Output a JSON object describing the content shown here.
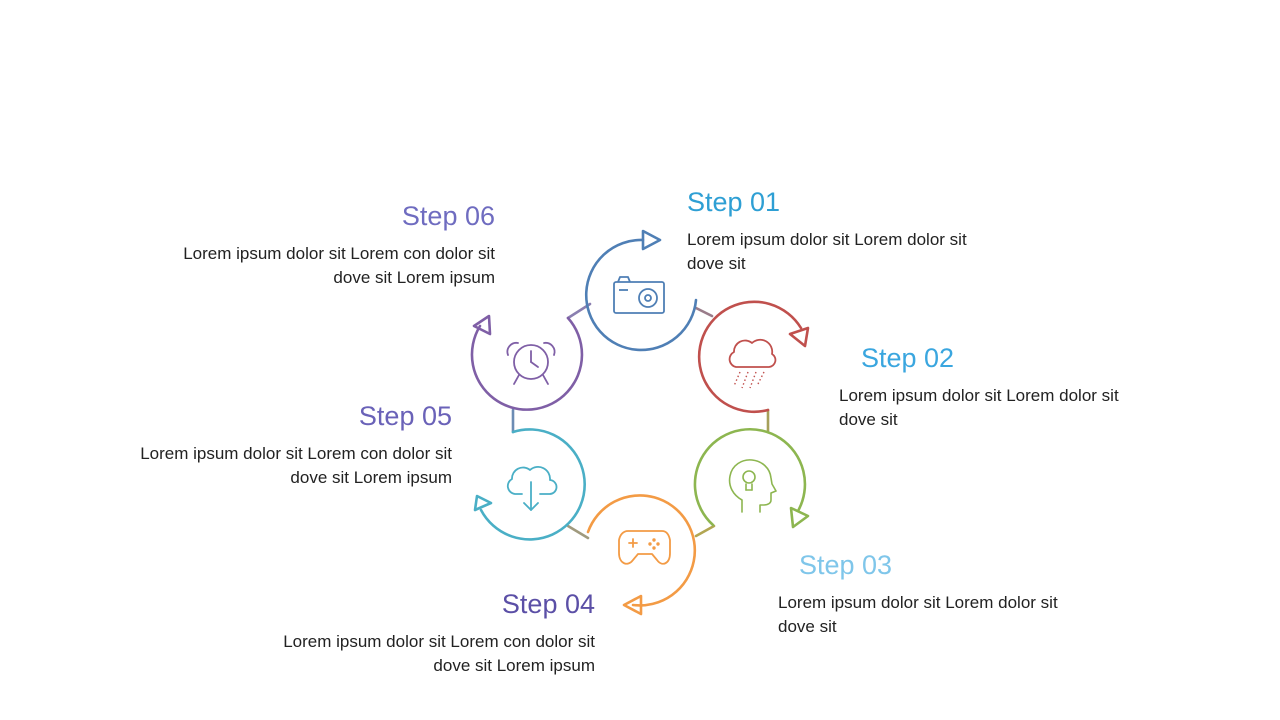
{
  "steps": [
    {
      "id": "01",
      "title": "Step 01",
      "text": "Lorem ipsum dolor sit Lorem dolor sit dove sit",
      "color": "#2E9FD4",
      "ring": "#4F7FB5",
      "icon": "camera-icon"
    },
    {
      "id": "02",
      "title": "Step 02",
      "text": "Lorem ipsum dolor sit Lorem dolor sit dove sit",
      "color": "#3AA6DF",
      "ring": "#C0504D",
      "icon": "cloud-rain-icon"
    },
    {
      "id": "03",
      "title": "Step 03",
      "text": "Lorem ipsum dolor sit Lorem dolor sit dove sit",
      "color": "#7FC6EA",
      "ring": "#8DB650",
      "icon": "head-lightbulb-icon"
    },
    {
      "id": "04",
      "title": "Step 04",
      "text": "Lorem ipsum dolor sit Lorem con dolor sit dove sit Lorem ipsum",
      "color": "#5B4FA6",
      "ring": "#F39B45",
      "icon": "gamepad-icon"
    },
    {
      "id": "05",
      "title": "Step 05",
      "text": "Lorem ipsum dolor sit Lorem con dolor sit dove sit Lorem ipsum",
      "color": "#6A62B8",
      "ring": "#4AAFC6",
      "icon": "cloud-download-icon"
    },
    {
      "id": "06",
      "title": "Step 06",
      "text": "Lorem ipsum dolor sit Lorem con dolor sit dove sit Lorem ipsum",
      "color": "#6F6CC0",
      "ring": "#7F5FA6",
      "icon": "alarm-clock-icon"
    }
  ]
}
